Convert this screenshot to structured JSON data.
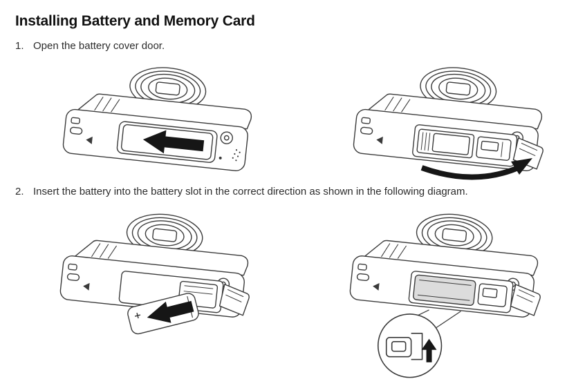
{
  "page": {
    "title": "Installing Battery and Memory Card",
    "steps": [
      {
        "number": "1.",
        "text": "Open the battery cover door."
      },
      {
        "number": "2.",
        "text": "Insert the battery into the battery slot in the correct direction as shown in the following diagram."
      }
    ],
    "figure_labels": {
      "battery_plus": "+"
    },
    "colors": {
      "ink": "#3a3a3a",
      "arrow": "#161616",
      "background": "#ffffff"
    }
  }
}
